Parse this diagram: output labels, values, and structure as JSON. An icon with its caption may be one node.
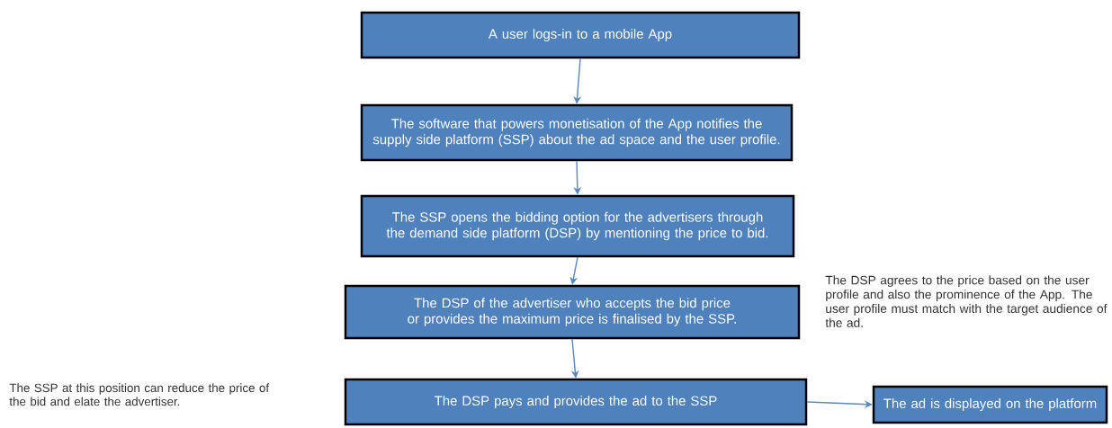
{
  "diagram": {
    "nodes": [
      {
        "text": [
          "A user logs-in to a mobile App"
        ]
      },
      {
        "text": [
          "The software that powers monetisation of the App notifies the supply side platform (SSP) about the ad space and the user profile."
        ]
      },
      {
        "text": [
          "The SSP opens the bidding option for the advertisers through the demand side platform (DSP) by mentioning the price to bid."
        ]
      },
      {
        "text": [
          "The DSP of the advertiser who accepts the bid price or provides the maximum price is finalised by the SSP."
        ]
      },
      {
        "text": [
          "The DSP pays and provides the ad to the SSP"
        ]
      },
      {
        "text": [
          "The ad is displayed on the platform"
        ]
      }
    ],
    "edges": [
      {
        "from": 0,
        "to": 1,
        "arrow": "to"
      },
      {
        "from": 1,
        "to": 2,
        "arrow": "to"
      },
      {
        "from": 2,
        "to": 3,
        "arrow": "to"
      },
      {
        "from": 3,
        "to": 4,
        "arrow": "to"
      },
      {
        "from": 4,
        "to": 5,
        "arrow": "to"
      }
    ],
    "labels": [
      "The DSP agrees to the price based on the user profile and also the prominence of the App. The user profile must match with the target audience of the ad.",
      "The SSP at this position can reduce the price of the bid and elate the advertiser."
    ]
  }
}
